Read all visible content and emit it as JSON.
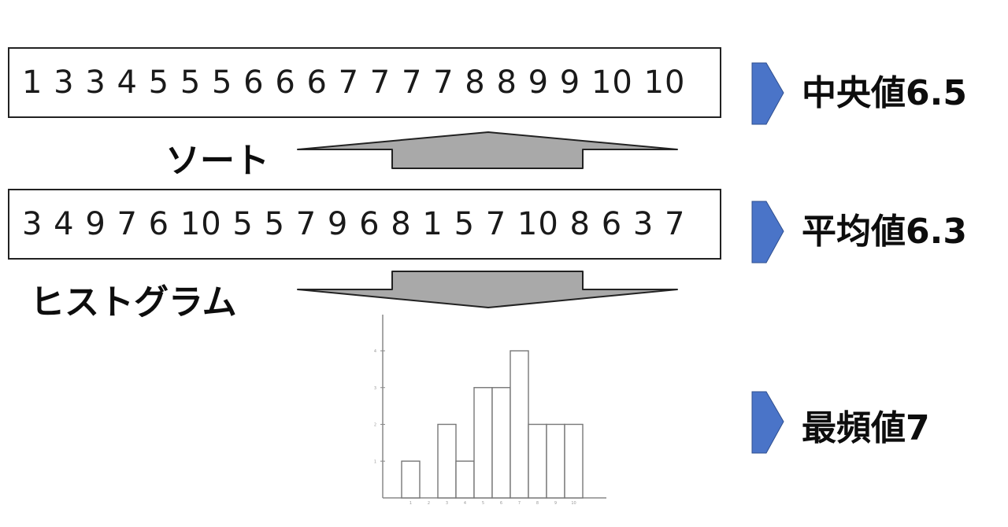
{
  "sorted_sequence": "1 3 3 4 5 5 5 6 6 6 7 7 7 7 8 8 9 9 10 10",
  "raw_sequence": "3 4 9 7 6 10 5 5 7 9 6 8 1 5 7 10 8 6 3 7",
  "labels": {
    "sort": "ソート",
    "histogram": "ヒストグラム"
  },
  "results": {
    "median": "中央値6.5",
    "mean": "平均値6.3",
    "mode": "最頻値7"
  },
  "colors": {
    "pointer_blue": "#4a74c8",
    "arrow_gray": "#a9a9a9",
    "stroke": "#222222"
  },
  "icons": {
    "result_pointer": "blue-right-pointer-icon",
    "flow_arrow": "gray-block-arrow-icon"
  },
  "chart_data": {
    "type": "bar",
    "categories": [
      1,
      2,
      3,
      4,
      5,
      6,
      7,
      8,
      9,
      10
    ],
    "values": [
      1,
      0,
      2,
      1,
      3,
      3,
      4,
      2,
      2,
      2
    ],
    "ylim": [
      0,
      4
    ]
  }
}
